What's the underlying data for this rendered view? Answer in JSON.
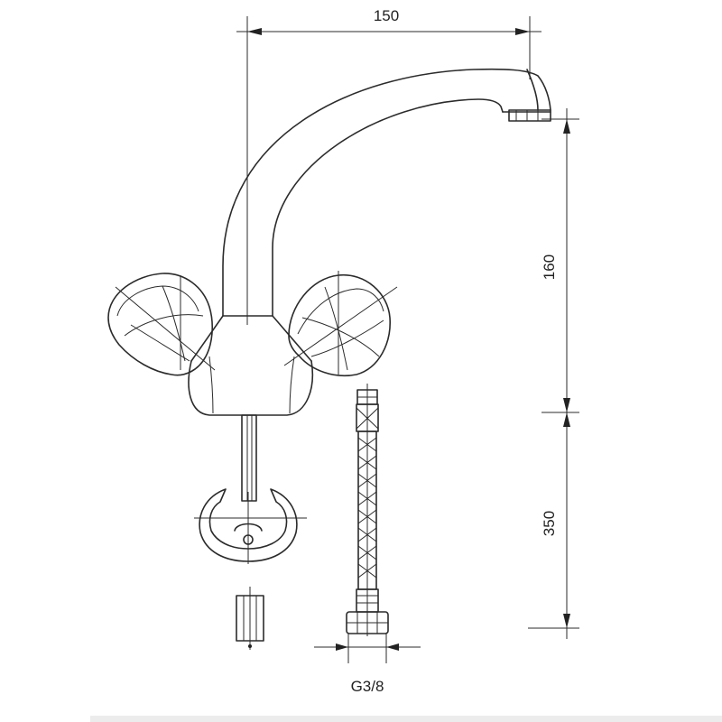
{
  "diagram": {
    "dimensions": {
      "spout_reach": "150",
      "spout_height": "160",
      "hose_length": "350",
      "hose_thread": "G3/8"
    }
  },
  "colors": {
    "line": "#2b2b2b",
    "background": "#ffffff"
  }
}
